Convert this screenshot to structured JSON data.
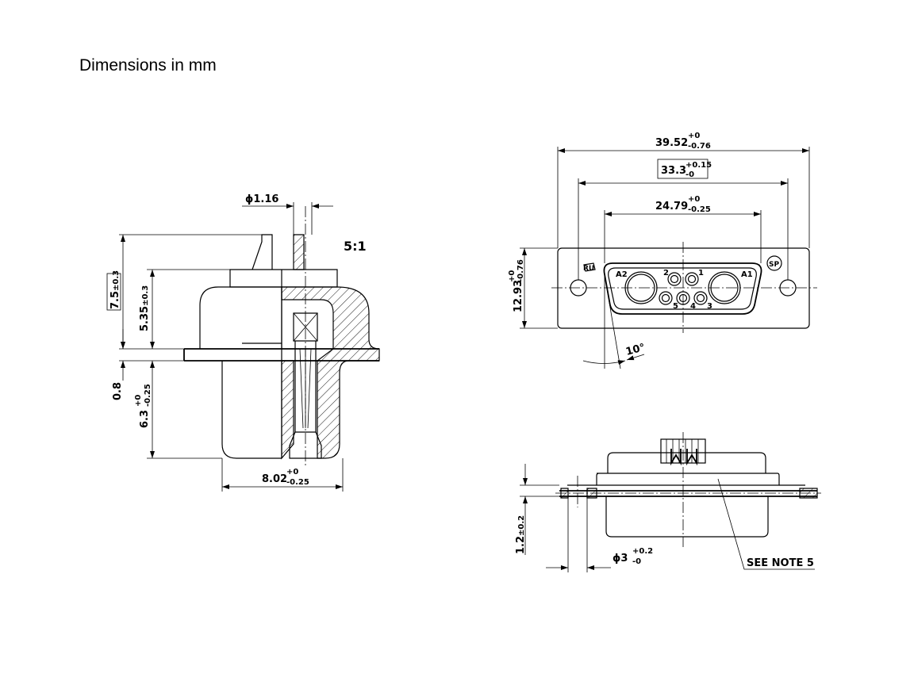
{
  "title": "Dimensions in mm",
  "side_view": {
    "scale": "5:1",
    "pin_diameter": "ϕ1.16",
    "height_total": {
      "base": "7.5",
      "tol": "±0.3"
    },
    "height_upper": {
      "base": "5.35",
      "tol": "±0.3"
    },
    "flange_thickness": "0.8",
    "height_lower": {
      "base": "6.3",
      "tol_upper": "+0",
      "tol_lower": "-0.25"
    },
    "width_lower": {
      "base": "8.02",
      "tol_upper": "+0",
      "tol_lower": "-0.25"
    }
  },
  "front_view": {
    "overall_width": {
      "base": "39.52",
      "tol_upper": "+0",
      "tol_lower": "-0.76"
    },
    "hole_spacing": {
      "base": "33.3",
      "tol_upper": "+0.15",
      "tol_lower": "-0"
    },
    "shell_width": {
      "base": "24.79",
      "tol_upper": "+0",
      "tol_lower": "-0.25"
    },
    "height": {
      "base": "12.93",
      "tol_upper": "+0",
      "tol_lower": "-0.76"
    },
    "angle": "10°",
    "contacts": [
      "A2",
      "2",
      "1",
      "A1",
      "5",
      "4",
      "3"
    ],
    "marks": [
      "ul-mark-icon",
      "csa-mark-icon"
    ]
  },
  "bottom_view": {
    "height": {
      "base": "1.2",
      "tol": "±0.2"
    },
    "hole_diameter": {
      "base": "ϕ3",
      "tol_upper": "+0.2",
      "tol_lower": "-0"
    },
    "note": "SEE NOTE 5"
  }
}
